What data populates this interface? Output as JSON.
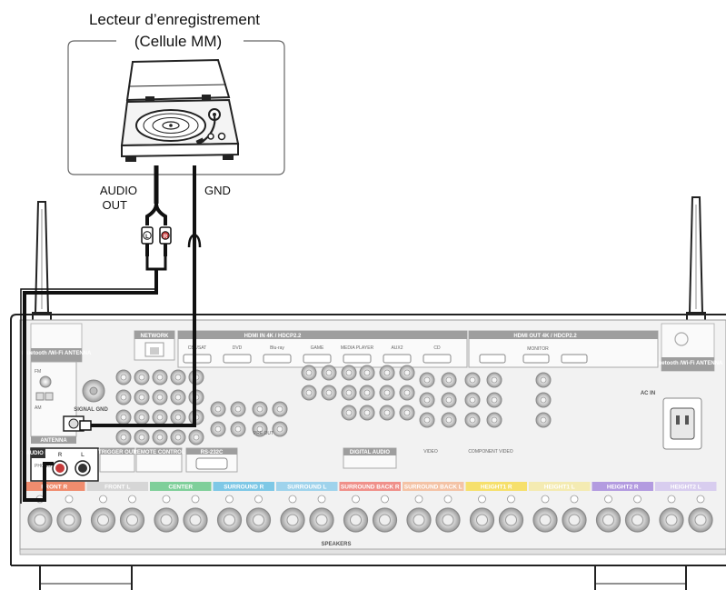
{
  "device": {
    "title_line1": "Lecteur d’enregistrement",
    "title_line2": "(Cellule MM)"
  },
  "cables": {
    "audio_out_line1": "AUDIO",
    "audio_out_line2": "OUT",
    "gnd": "GND",
    "plug_left": "L",
    "plug_right": "R"
  },
  "receiver": {
    "network": "NETWORK",
    "hdmi_main": "HDMI IN 4K / HDCP2.2",
    "hdmi_sources": [
      "CBL/SAT",
      "DVD",
      "Blu-ray",
      "GAME",
      "MEDIA PLAYER",
      "AUX2",
      "CD"
    ],
    "hdmi_secondary": "HDMI OUT 4K / HDCP2.2",
    "monitor": "MONITOR",
    "bt_left": "Bluetooth /Wi-Fi ANTENNA",
    "bt_right": "Bluetooth /Wi-Fi ANTENNA",
    "fm": "FM",
    "am": "AM",
    "antenna": "ANTENNA",
    "signal_gnd": "SIGNAL GND",
    "audio_in": "AUDIO IN",
    "phono": "PHONO",
    "ch_l": "L",
    "ch_r": "R",
    "trigger_out": "TRIGGER OUT",
    "remote_control": "REMOTE CONTROL",
    "rs232c": "RS-232C",
    "digital_audio": "DIGITAL AUDIO",
    "pre_out": "PRE OUT",
    "ac_in": "AC IN",
    "component_video": "COMPONENT VIDEO",
    "video": "VIDEO",
    "speakers": "SPEAKERS",
    "speaker_groups": [
      {
        "label": "FRONT R",
        "color": "#f08c6e"
      },
      {
        "label": "FRONT L",
        "color": "#d6d6d6"
      },
      {
        "label": "CENTER",
        "color": "#7fcf9a"
      },
      {
        "label": "SURROUND R",
        "color": "#7ec8e6"
      },
      {
        "label": "SURROUND L",
        "color": "#9fd3ec"
      },
      {
        "label": "SURROUND BACK R",
        "color": "#f0908a"
      },
      {
        "label": "SURROUND BACK L",
        "color": "#f4c3a6"
      },
      {
        "label": "HEIGHT1 R",
        "color": "#f6e06c"
      },
      {
        "label": "HEIGHT1 L",
        "color": "#f4ebb2"
      },
      {
        "label": "HEIGHT2 R",
        "color": "#b39be0"
      },
      {
        "label": "HEIGHT2 L",
        "color": "#d8cdef"
      }
    ]
  }
}
